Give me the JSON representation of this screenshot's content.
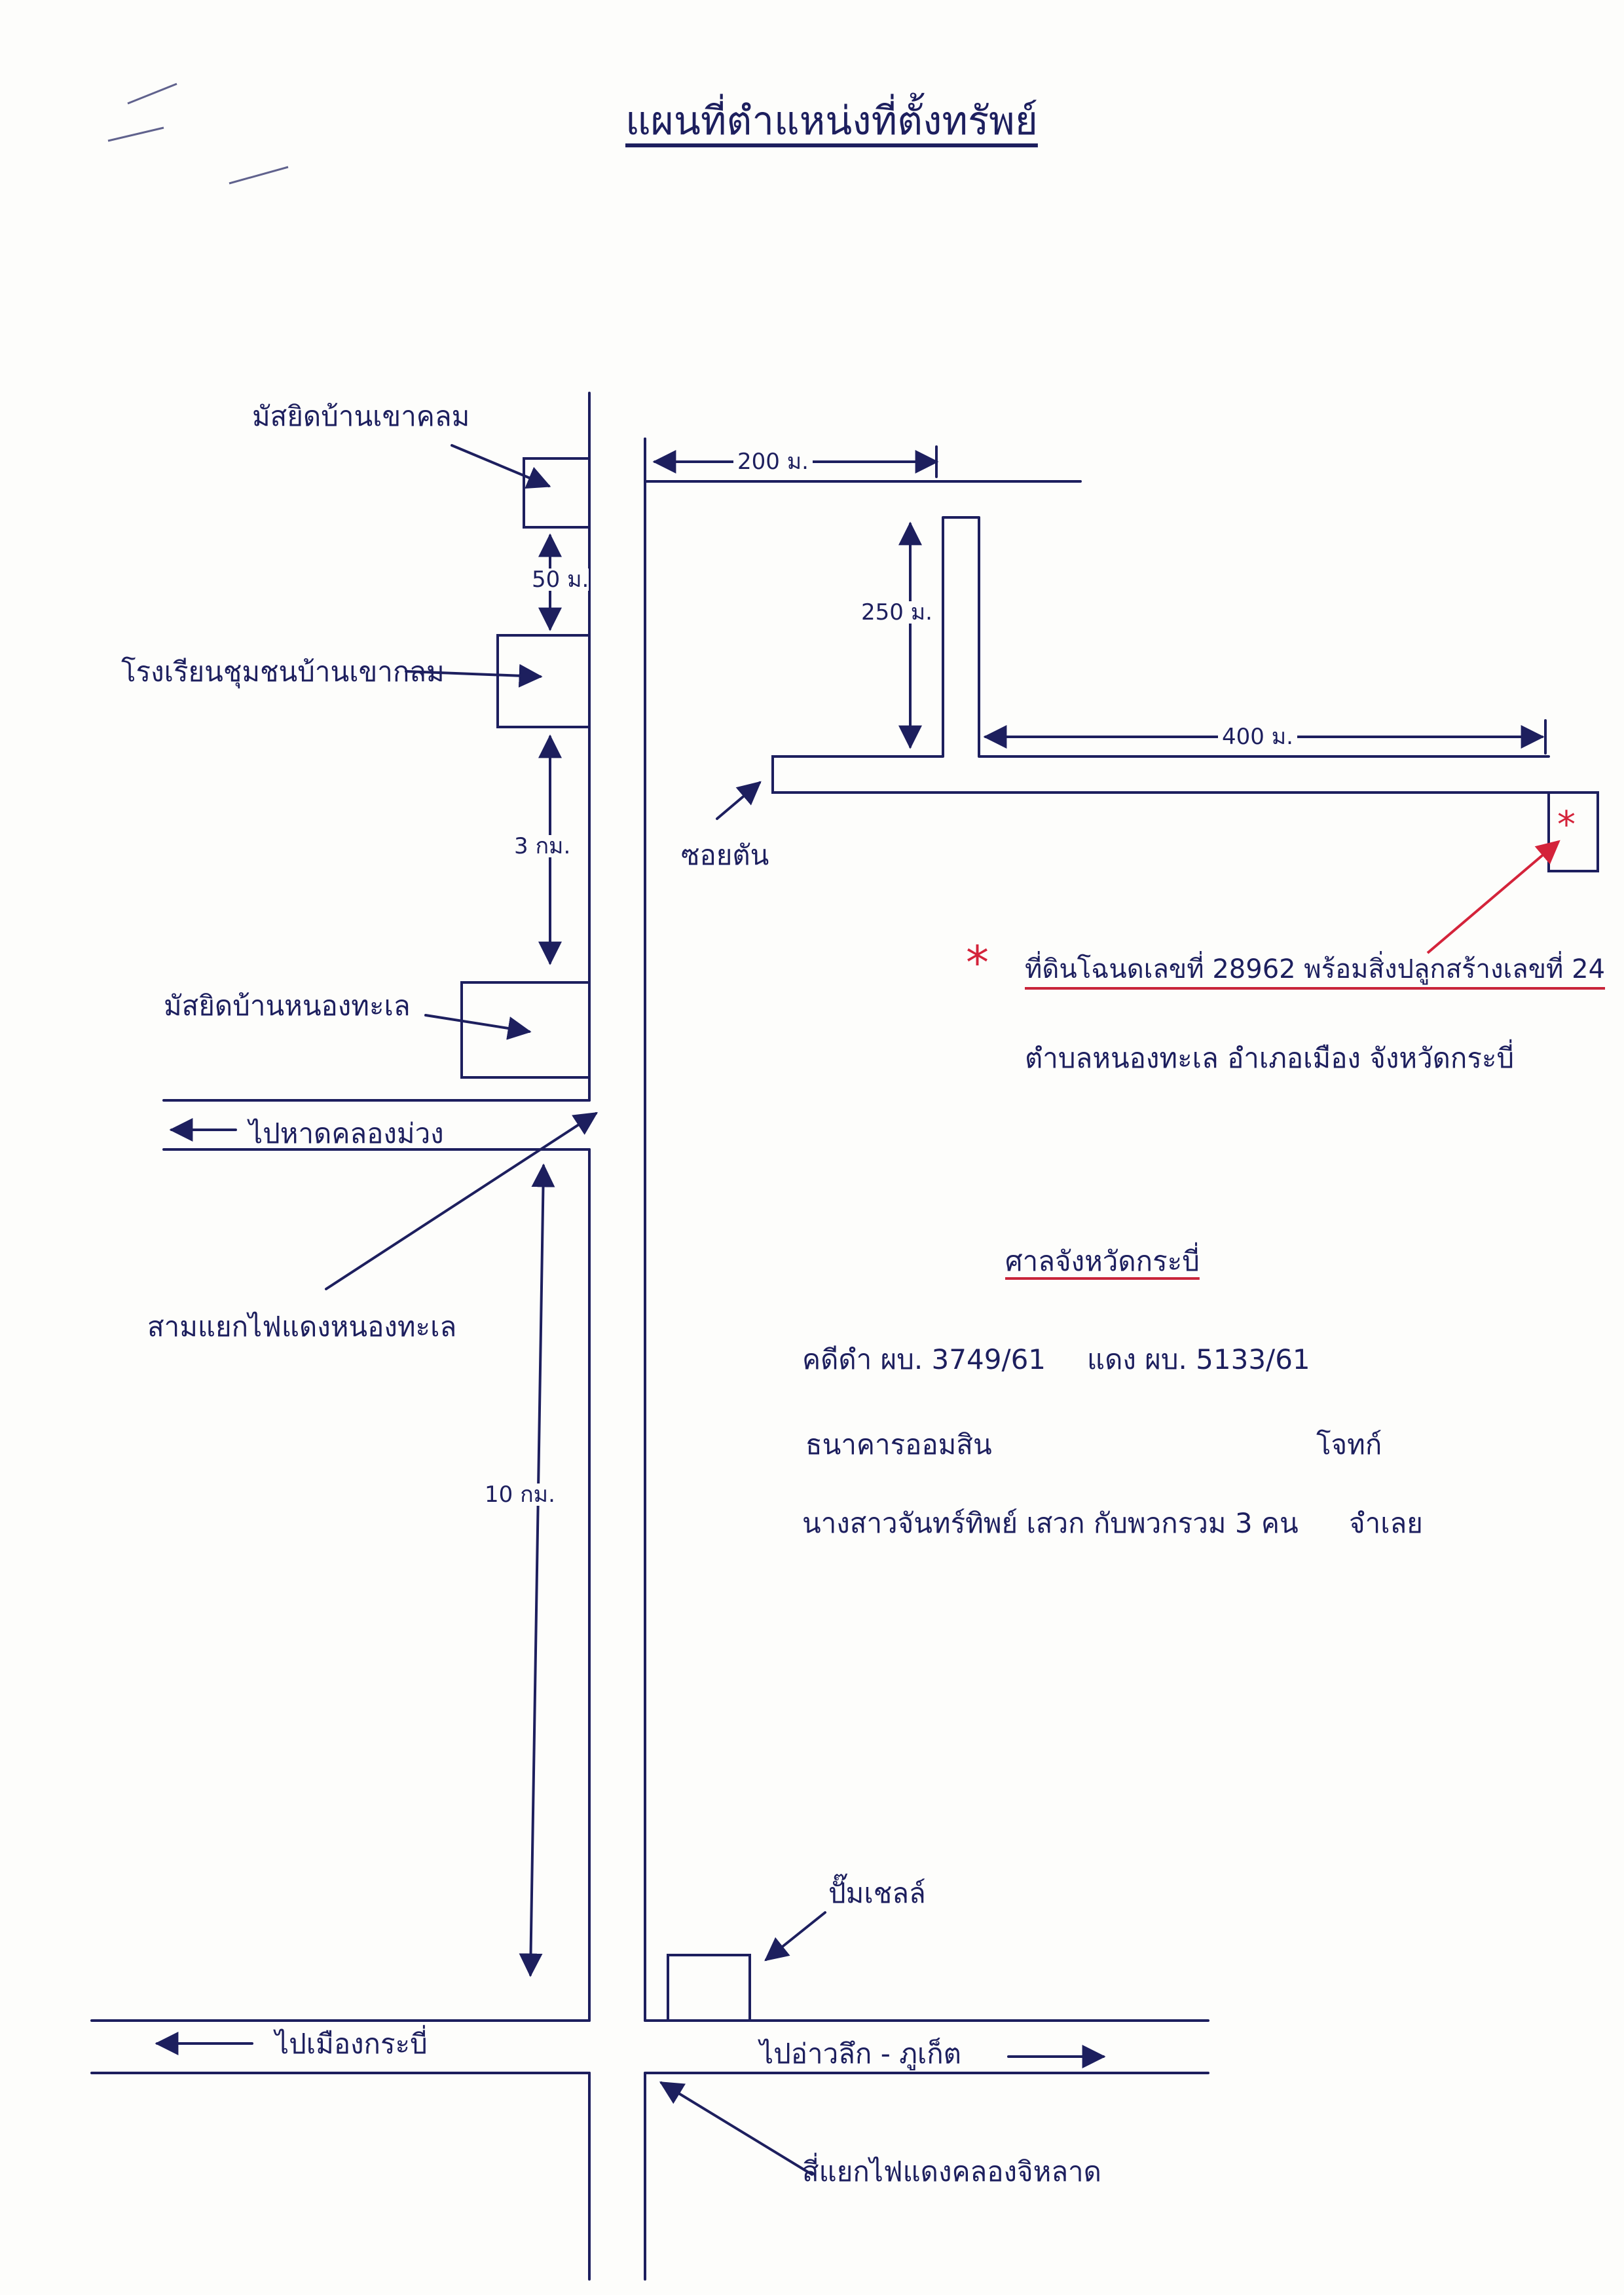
{
  "title": "แผนที่ตำแหน่งที่ตั้งทรัพย์",
  "labels": {
    "mosque_khao_klom": "มัสยิดบ้านเขาคลม",
    "school_khao_klom": "โรงเรียนชุมชนบ้านเขากลม",
    "mosque_nong_thale": "มัสยิดบ้านหนองทะเล",
    "to_klong_muang": "ไปหาดคลองม่วง",
    "junction_nong_thale": "สามแยกไฟแดงหนองทะเล",
    "soi_tan": "ซอยตัน",
    "shell_station": "ปั๊มเชลล์",
    "to_krabi_town": "ไปเมืองกระบี่",
    "to_ao_luek_phuket": "ไปอ่าวลึก - ภูเก็ต",
    "junction_klong_jilad": "สี่แยกไฟแดงคลองจิหลาด"
  },
  "distances": {
    "d_200m": "200 ม.",
    "d_50m": "50 ม.",
    "d_250m": "250 ม.",
    "d_400m": "400 ม.",
    "d_3km": "3 กม.",
    "d_10km": "10 กม."
  },
  "property": {
    "star": "*",
    "line1": "ที่ดินโฉนดเลขที่ 28962 พร้อมสิ่งปลูกสร้างเลขที่ 24",
    "line2": "ตำบลหนองทะเล อำเภอเมือง จังหวัดกระบี่"
  },
  "case_info": {
    "court": "ศาลจังหวัดกระบี่",
    "black_case": "คดีดำ ผบ. 3749/61",
    "red_case": "แดง ผบ. 5133/61",
    "plaintiff": "ธนาคารออมสิน",
    "plaintiff_role": "โจทก์",
    "defendant": "นางสาวจันทร์ทิพย์ เสวก กับพวกรวม 3 คน",
    "defendant_role": "จำเลย"
  },
  "colors": {
    "ink": "#1d1f5e",
    "accent": "#d4233a",
    "paper": "#fdfdfb"
  }
}
